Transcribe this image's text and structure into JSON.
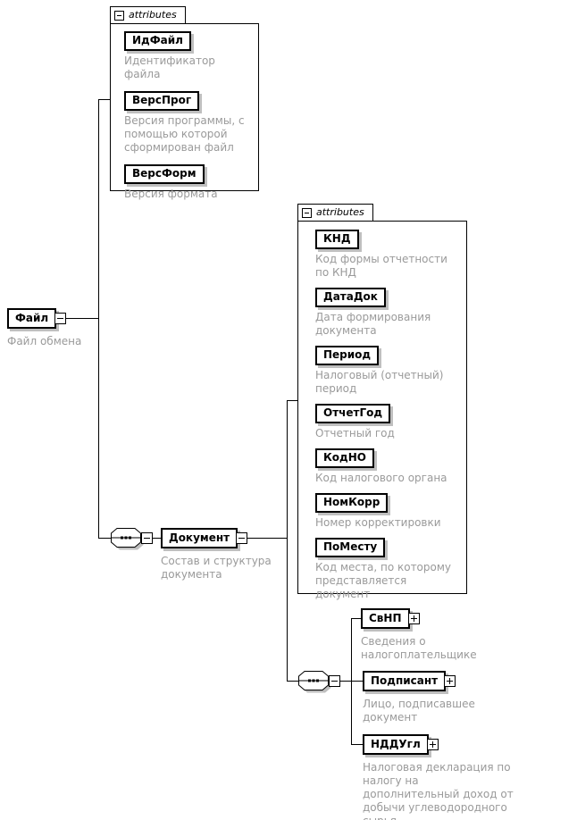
{
  "diagram": {
    "root": {
      "name": "Файл",
      "annotation": "Файл обмена"
    },
    "file_attributes": {
      "tab_label": "attributes",
      "items": [
        {
          "name": "ИдФайл",
          "annotation": "Идентификатор файла"
        },
        {
          "name": "ВерсПрог",
          "annotation": "Версия программы, с помощью которой сформирован файл"
        },
        {
          "name": "ВерсФорм",
          "annotation": "Версия формата"
        }
      ]
    },
    "document": {
      "name": "Документ",
      "annotation": "Состав и структура документа"
    },
    "document_attributes": {
      "tab_label": "attributes",
      "items": [
        {
          "name": "КНД",
          "annotation": "Код формы отчетности по КНД"
        },
        {
          "name": "ДатаДок",
          "annotation": "Дата формирования документа"
        },
        {
          "name": "Период",
          "annotation": "Налоговый (отчетный) период"
        },
        {
          "name": "ОтчетГод",
          "annotation": "Отчетный год"
        },
        {
          "name": "КодНО",
          "annotation": "Код налогового органа"
        },
        {
          "name": "НомКорр",
          "annotation": "Номер корректировки"
        },
        {
          "name": "ПоМесту",
          "annotation": "Код места, по которому представляется документ"
        }
      ]
    },
    "document_children": [
      {
        "name": "СвНП",
        "annotation": "Сведения о налогоплательщике"
      },
      {
        "name": "Подписант",
        "annotation": "Лицо, подписавшее документ"
      },
      {
        "name": "НДДУгл",
        "annotation": "Налоговая декларация по налогу на дополнительный доход от добычи углеводородного сырья"
      }
    ],
    "colors": {
      "line": "#000000",
      "annotation_text": "#9a9a9a",
      "shadow": "#bfbfbf"
    }
  }
}
